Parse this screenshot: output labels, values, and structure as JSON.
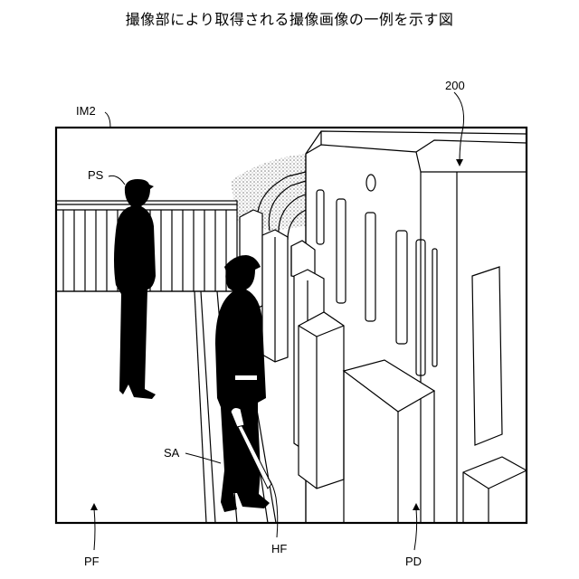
{
  "title": "撮像部により取得される撮像画像の一例を示す図",
  "labels": {
    "image_frame": "IM2",
    "train_car": "200",
    "passenger": "PS",
    "station_attendant": "SA",
    "platform_floor": "PF",
    "platform_door": "PD",
    "hand_flag": "HF"
  },
  "colors": {
    "ink": "#000000",
    "paper": "#ffffff",
    "stipple": "#9a9a9a"
  }
}
